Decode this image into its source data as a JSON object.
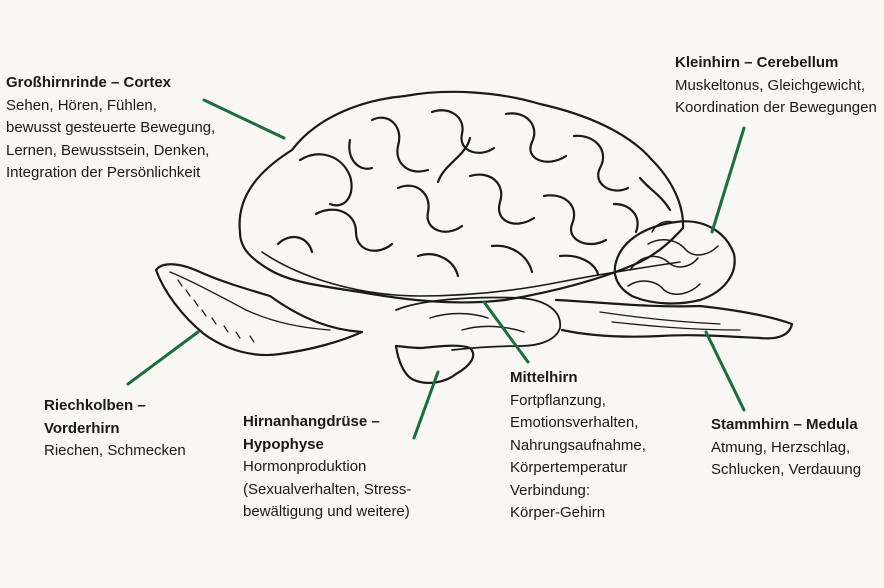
{
  "colors": {
    "background": "#f9f7f3",
    "pointer": "#1d6b3e",
    "outline": "#1a1a1a"
  },
  "labels": {
    "cortex": {
      "title": [
        "Großhirnrinde – Cortex"
      ],
      "lines": [
        "Sehen, Hören, Fühlen,",
        "bewusst gesteuerte Bewegung,",
        "Lernen, Bewusstsein, Denken,",
        "Integration der Persönlichkeit"
      ]
    },
    "cerebellum": {
      "title": [
        "Kleinhirn – Cerebellum"
      ],
      "lines": [
        "Muskeltonus, Gleichgewicht,",
        "Koordination der Bewegungen"
      ]
    },
    "olfactory": {
      "title": [
        "Riechkolben –",
        "Vorderhirn"
      ],
      "lines": [
        "Riechen, Schmecken"
      ]
    },
    "pituitary": {
      "title": [
        "Hirnanhangdrüse –",
        "Hypophyse"
      ],
      "lines": [
        "Hormonproduktion",
        "(Sexualverhalten, Stress-",
        "bewältigung und weitere)"
      ]
    },
    "midbrain": {
      "title": [
        "Mittelhirn"
      ],
      "lines": [
        "Fortpflanzung,",
        "Emotionsverhalten,",
        "Nahrungsaufnahme,",
        "Körpertemperatur",
        "Verbindung:",
        "Körper-Gehirn"
      ]
    },
    "brainstem": {
      "title": [
        "Stammhirn – Medula"
      ],
      "lines": [
        "Atmung, Herzschlag,",
        "Schlucken, Verdauung"
      ]
    }
  }
}
